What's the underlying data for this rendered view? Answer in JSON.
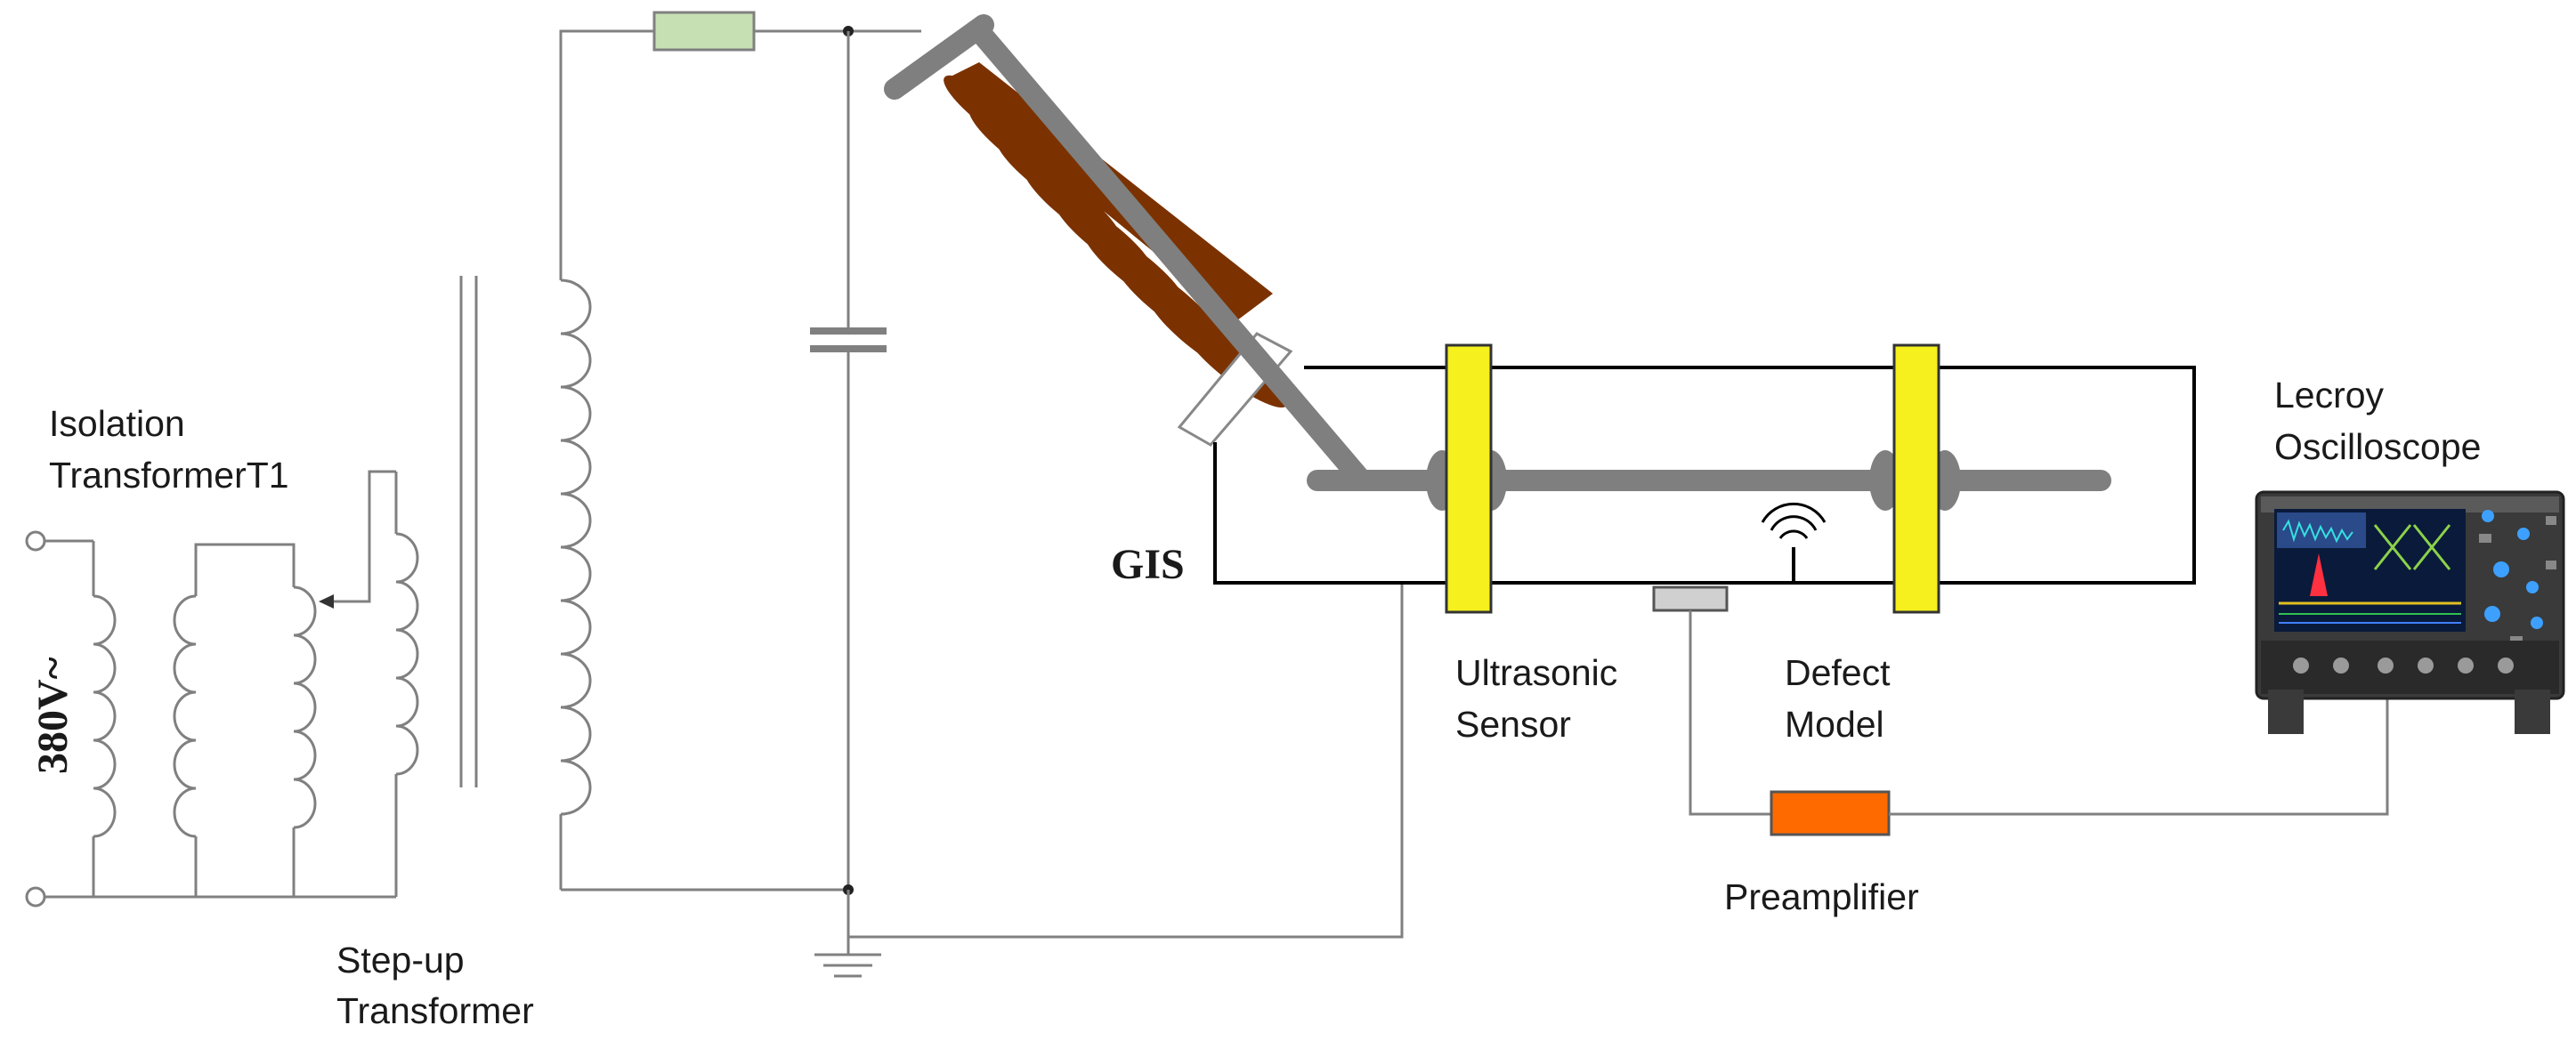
{
  "labels": {
    "isolation_transformer": [
      "Isolation",
      "TransformerT1"
    ],
    "voltage": "380V~",
    "step_up_transformer": [
      "Step-up",
      "Transformer"
    ],
    "gis": "GIS",
    "ultrasonic_sensor": [
      "Ultrasonic",
      "Sensor"
    ],
    "defect_model": [
      "Defect",
      "Model"
    ],
    "preamplifier": "Preamplifier",
    "oscilloscope": [
      "Lecroy",
      "Oscilloscope"
    ]
  },
  "colors": {
    "wire": "#808080",
    "resistor": "#c6e0b4",
    "bushing": "#7b3200",
    "conductor": "#808080",
    "sensor": "#f5f01e",
    "preamplifier": "#ff6a00",
    "defect_sensor": "#d0d0d0",
    "scope_body": "#3a3a3a",
    "scope_screen": "#0a1a3a"
  },
  "icons": {
    "defect": "signal-waves-icon",
    "ground": "ground-icon"
  }
}
